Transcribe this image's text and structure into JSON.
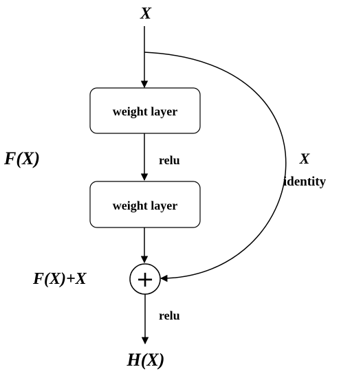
{
  "input_label": "X",
  "layer1_label": "weight layer",
  "relu1_label": "relu",
  "layer2_label": "weight layer",
  "residual_label": "F(X)",
  "shortcut_x_label": "X",
  "shortcut_identity_label": "identity",
  "sum_label": "F(X)+X",
  "sum_symbol": "+",
  "relu2_label": "relu",
  "output_label": "H(X)"
}
